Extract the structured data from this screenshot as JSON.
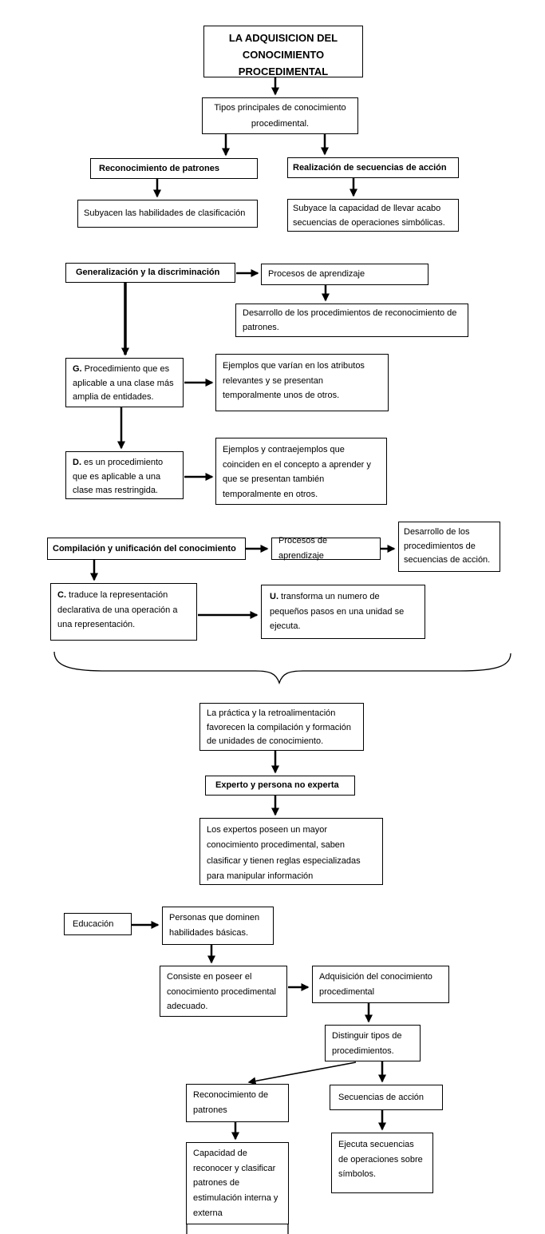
{
  "title": "LA ADQUISICION DEL CONOCIMIENTO PROCEDIMENTAL",
  "nodes": {
    "tipos": "Tipos principales de conocimiento procedimental.",
    "reconocimiento_patrones_1": "Reconocimiento de patrones",
    "realizacion_secuencias": "Realización de secuencias de acción",
    "subyacen_habilidades": "Subyacen las habilidades de clasificación",
    "subyace_capacidad": "Subyace la capacidad de llevar acabo secuencias de operaciones simbólicas.",
    "generalizacion": "Generalización y la discriminación",
    "procesos_aprendizaje_1": "Procesos de aprendizaje",
    "desarrollo_reconocimiento": "Desarrollo de los procedimientos de reconocimiento de patrones.",
    "g_procedimiento": {
      "prefix": "G.",
      "rest": " Procedimiento que es aplicable a una clase más amplia de entidades."
    },
    "ejemplos_varian": "Ejemplos que varían en los atributos relevantes y se presentan temporalmente unos de otros.",
    "d_procedimiento": {
      "prefix": "D.",
      "rest": " es un procedimiento que es aplicable a una clase mas restringida."
    },
    "ejemplos_contraejemplos": "Ejemplos y contraejemplos que coinciden en el concepto a aprender y que se presentan también temporalmente en otros.",
    "compilacion": "Compilación y unificación del conocimiento",
    "procesos_aprendizaje_2": "Procesos de aprendizaje",
    "desarrollo_secuencias": "Desarrollo de los procedimientos de secuencias de acción.",
    "c_traduce": {
      "prefix": "C.",
      "rest": " traduce la representación declarativa de una operación a una representación."
    },
    "u_transforma": {
      "prefix": "U.",
      "rest": " transforma un numero de pequeños pasos en una unidad se ejecuta."
    },
    "practica": "La práctica y la retroalimentación favorecen la compilación y formación de unidades de conocimiento.",
    "experto": "Experto y persona no experta",
    "expertos_poseen": "Los expertos poseen un mayor conocimiento procedimental, saben clasificar y tienen reglas especializadas para manipular información",
    "educacion": "Educación",
    "personas_dominen": "Personas que dominen habilidades básicas.",
    "consiste": "Consiste en poseer el conocimiento procedimental adecuado.",
    "adquisicion": "Adquisición del conocimiento procedimental",
    "distinguir": "Distinguir tipos de procedimientos.",
    "reconocimiento_patrones_2": "Reconocimiento de patrones",
    "secuencias_accion": "Secuencias de acción",
    "capacidad": "Capacidad de reconocer y clasificar patrones de estimulación interna y externa",
    "ejecuta": "Ejecuta secuencias de operaciones sobre símbolos."
  },
  "colors": {
    "border": "#000000",
    "background": "#ffffff",
    "text": "#000000"
  }
}
